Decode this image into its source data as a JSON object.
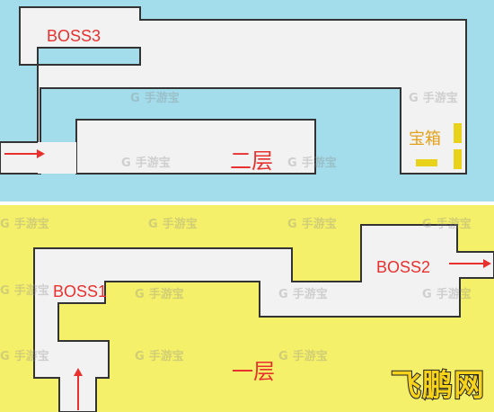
{
  "colors": {
    "upper_floor_bg": "#a3dcea",
    "lower_floor_bg": "#f5f06a",
    "corridor": "#f2f2f2",
    "outline": "#333333",
    "route_arrow": "#e8312e",
    "label_red": "#e8312e",
    "chest": "#e8d21a",
    "chest_text": "#e3a11a",
    "logo_fill": "#f7d21b",
    "logo_outline": "#222222"
  },
  "floors": {
    "upper": {
      "name": "二层",
      "boss_label": "BOSS3",
      "treasure_label": "宝箱",
      "entrance_arrow": "right-arrow-icon"
    },
    "lower": {
      "name": "一层",
      "boss1_label": "BOSS1",
      "boss2_label": "BOSS2",
      "entrance_arrow": "up-arrow-icon",
      "exit_arrow": "right-arrow-icon"
    }
  },
  "watermark": {
    "text": "手游宝",
    "icon": "g-logo-icon"
  },
  "logo": {
    "text": "飞鹏网"
  }
}
